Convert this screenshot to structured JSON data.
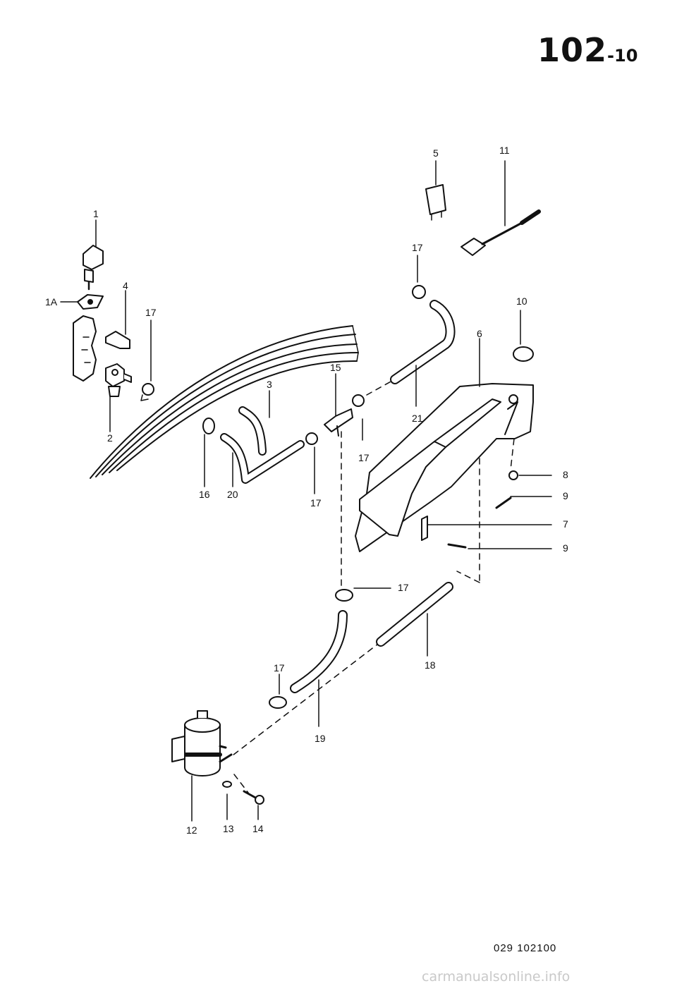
{
  "heading": {
    "main": "102",
    "dash": "-",
    "sub": "10"
  },
  "callouts": {
    "c1": "1",
    "c1a": "1A",
    "c2": "2",
    "c3": "3",
    "c4": "4",
    "c5": "5",
    "c6": "6",
    "c7": "7",
    "c8": "8",
    "c9a": "9",
    "c9b": "9",
    "c10": "10",
    "c11": "11",
    "c12": "12",
    "c13": "13",
    "c14": "14",
    "c15": "15",
    "c16": "16",
    "c17a": "17",
    "c17b": "17",
    "c17c": "17",
    "c17d": "17",
    "c17e": "17",
    "c17f": "17",
    "c18": "18",
    "c19": "19",
    "c20": "20",
    "c21": "21"
  },
  "drawing_number": "029  102100",
  "watermark": "carmanualsonline.info"
}
